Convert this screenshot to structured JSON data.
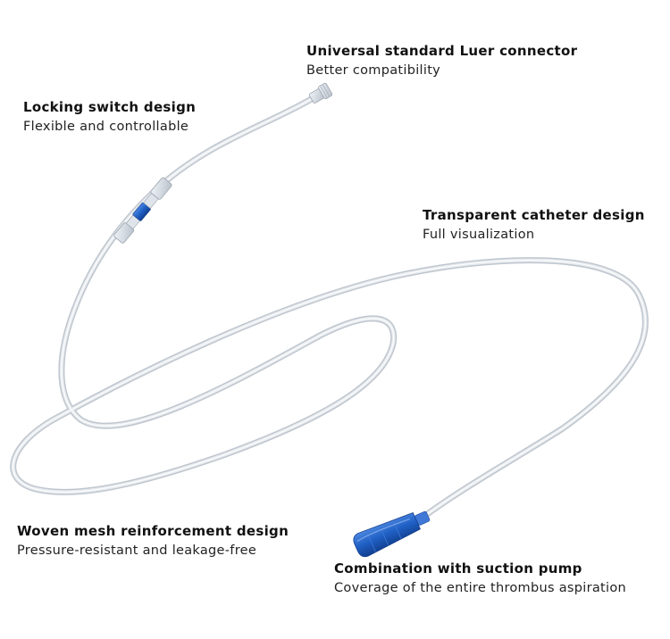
{
  "callouts": {
    "luer": {
      "title": "Universal standard Luer connector",
      "subtitle": "Better compatibility"
    },
    "locking": {
      "title": "Locking switch design",
      "subtitle": "Flexible and controllable"
    },
    "transparent": {
      "title": "Transparent catheter design",
      "subtitle": "Full visualization"
    },
    "woven": {
      "title": "Woven mesh reinforcement design",
      "subtitle": "Pressure-resistant and leakage-free"
    },
    "pump": {
      "title": "Combination with suction pump",
      "subtitle": "Coverage of the entire thrombus aspiration"
    }
  },
  "colors": {
    "tube": "#c9cfd6",
    "tube_highlight": "#f4f6f8",
    "connector_blue": "#1f5fc4",
    "switch_blue": "#1c46b8"
  }
}
